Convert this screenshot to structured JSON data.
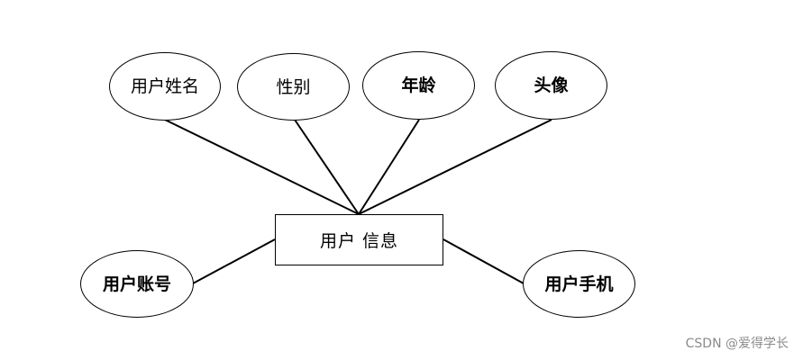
{
  "entity": {
    "label": "用户 信息"
  },
  "attributes": {
    "user_name": "用户姓名",
    "gender": "性别",
    "age": "年龄",
    "avatar": "头像",
    "account": "用户账号",
    "phone": "用户手机"
  },
  "watermark": "CSDN @爱得学长"
}
